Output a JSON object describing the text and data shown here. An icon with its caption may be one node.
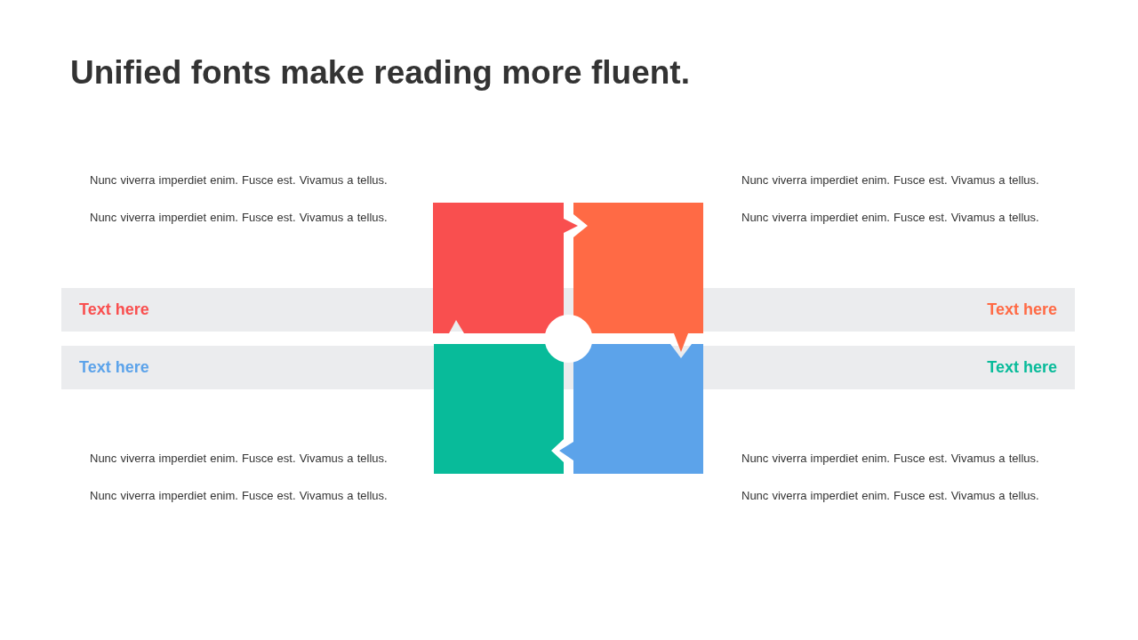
{
  "diagram": {
    "title": "Unified fonts make reading more fluent.",
    "nodes": [
      {
        "text": [
          "Text here",
          "Text here"
        ]
      },
      {
        "text": [
          "Text here",
          "Text here"
        ]
      }
    ],
    "labels": [
      "Nunc viverra imperdiet enim. Fusce est. Vivamus a tellus.",
      "Nunc viverra imperdiet enim. Fusce est. Vivamus a tellus.",
      "Nunc viverra imperdiet enim. Fusce est. Vivamus a tellus.",
      "Nunc viverra imperdiet enim. Fusce est. Vivamus a tellus.",
      "Nunc viverra imperdiet enim. Fusce est. Vivamus a tellus.",
      "Nunc viverra imperdiet enim. Fusce est. Vivamus a tellus.",
      "Nunc viverra imperdiet enim. Fusce est. Vivamus a tellus.",
      "Nunc viverra imperdiet enim. Fusce est. Vivamus a tellus."
    ]
  }
}
